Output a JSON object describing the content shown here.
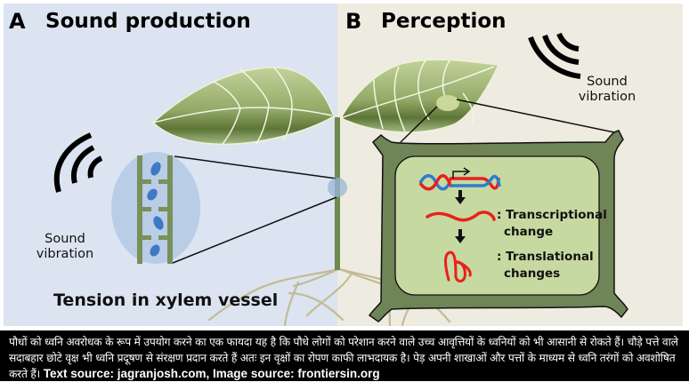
{
  "panel_a": {
    "letter": "A",
    "title": "Sound production",
    "sound_label_line1": "Sound",
    "sound_label_line2": "vibration",
    "bottom_label": "Tension in xylem vessel",
    "background_color": "#dbe4f0"
  },
  "panel_b": {
    "letter": "B",
    "title": "Perception",
    "sound_label_line1": "Sound",
    "sound_label_line2": "vibration",
    "transcriptional_line1": ": Transcriptional",
    "transcriptional_line2": "change",
    "translational_line1": ": Translational",
    "translational_line2": "changes",
    "background_color": "#eeebe0"
  },
  "icons": {
    "sound_waves_left": "sound-waves-icon",
    "sound_waves_right": "sound-waves-icon",
    "dna": "dna-double-helix-icon",
    "mrna": "mrna-strand-icon",
    "protein": "protein-fold-icon",
    "arrow_down": "arrow-down-icon",
    "promoter_arrow": "transcription-start-arrow-icon"
  },
  "colors": {
    "leaf_light": "#c3d39a",
    "leaf_dark": "#5d7536",
    "stem": "#6d8a4d",
    "cell_wall": "#6f8457",
    "cell_interior": "#c6d9a0",
    "xylem_wall": "#78905a",
    "bubble": "#3f79c4",
    "lens": "#b9cde6",
    "roots": "#c3bb96",
    "dna_blue": "#2a7ed0",
    "dna_red": "#e8201e"
  },
  "caption": {
    "hindi_text": "पौधों को ध्वनि अवरोधक के रूप में उपयोग करने का एक फायदा यह है कि पौधे लोगों को परेशान करने वाले उच्च आवृत्तियों के ध्वनियों को भी आसानी से रोकते हैं। चौड़े पत्ते वाले सदाबहार छोटे वृक्ष भी ध्वनि प्रदूषण से संरक्षण प्रदान करते हैं अतः इन वृक्षों का रोपण काफी लाभदायक है। पेड़ अपनी शाखाओं और पत्तों के माध्यम से ध्वनि तरंगों को अवशोषित करते हैं।",
    "source_text": "Text source: jagranjosh.com, Image source: frontiersin.org"
  }
}
